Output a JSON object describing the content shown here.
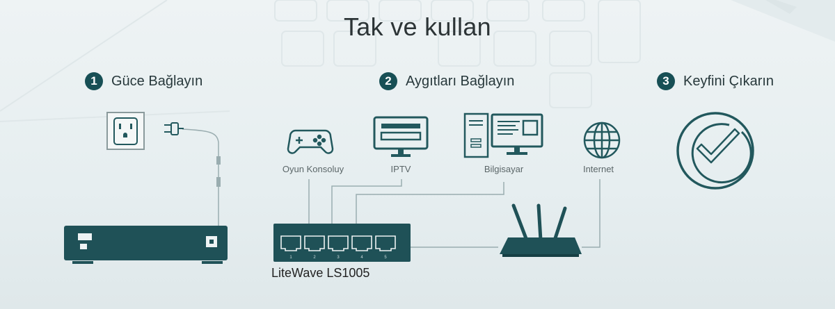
{
  "title": "Tak ve kullan",
  "steps": [
    {
      "number": "1",
      "label": "Güce Bağlayın"
    },
    {
      "number": "2",
      "label": "Aygıtları Bağlayın"
    },
    {
      "number": "3",
      "label": "Keyfini Çıkarın"
    }
  ],
  "devices": {
    "game_console": "Oyun Konsoluy",
    "iptv": "IPTV",
    "computer": "Bilgisayar",
    "internet": "Internet"
  },
  "product": {
    "name": "LiteWave LS1005"
  },
  "port_numbers": [
    "1",
    "2",
    "3",
    "4",
    "5"
  ],
  "icons": [
    "power-outlet-icon",
    "power-plug-icon",
    "game-controller-icon",
    "tv-icon",
    "desktop-computer-icon",
    "globe-icon",
    "checkmark-icon",
    "router-icon",
    "network-switch-icon",
    "power-adapter-icon"
  ],
  "colors": {
    "accent": "#174f55",
    "line": "#8fa3a6",
    "background": "#e9f0f1"
  }
}
